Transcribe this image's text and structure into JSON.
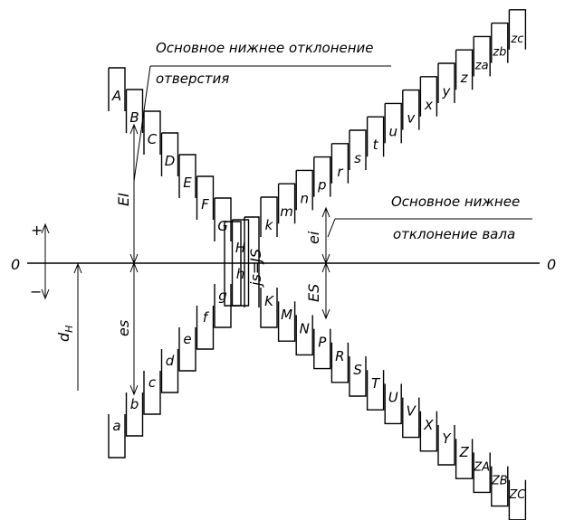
{
  "labels": {
    "hole_deviation_line1": "Основное нижнее отклонение",
    "hole_deviation_line2": "отверстия",
    "shaft_deviation_line1": "Основное нижнее",
    "shaft_deviation_line2": "отклонение вала",
    "zero_left": "0",
    "zero_right": "0",
    "plus": "+",
    "minus": "−",
    "EI": "EI",
    "es": "es",
    "ei": "ei",
    "ES": "ES",
    "dH": "d",
    "dH_sub": "H",
    "js": "js=JS"
  },
  "holes_upper": [
    "A",
    "B",
    "C",
    "D",
    "E",
    "F",
    "G",
    "H"
  ],
  "shafts_upper": [
    "k",
    "m",
    "n",
    "p",
    "r",
    "s",
    "t",
    "u",
    "v",
    "x",
    "y",
    "z",
    "za",
    "zb",
    "zc"
  ],
  "shafts_lower": [
    "a",
    "b",
    "c",
    "d",
    "e",
    "f",
    "g",
    "h"
  ],
  "holes_lower": [
    "K",
    "M",
    "N",
    "P",
    "R",
    "S",
    "T",
    "U",
    "V",
    "X",
    "Y",
    "Z",
    "ZA",
    "ZB",
    "ZC"
  ]
}
